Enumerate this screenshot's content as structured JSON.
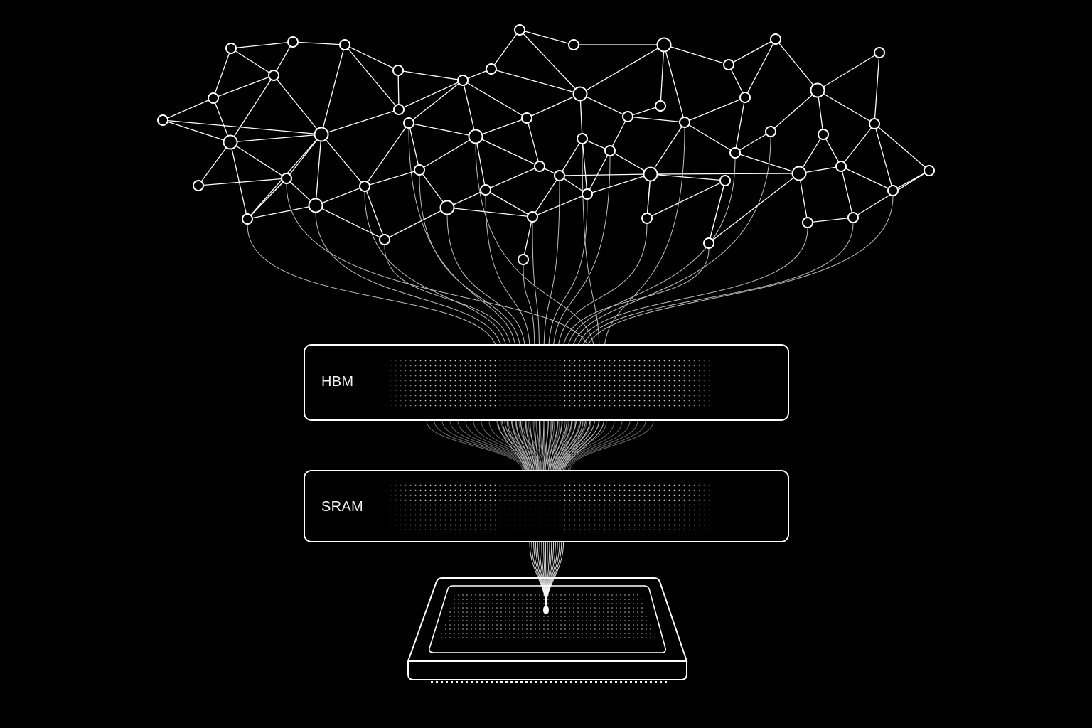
{
  "colors": {
    "background": "#000000",
    "stroke": "#ffffff"
  },
  "memory_blocks": {
    "hbm": {
      "label": "HBM"
    },
    "sram": {
      "label": "SRAM"
    }
  },
  "components": [
    "network-graph",
    "data-streams",
    "hbm-block",
    "sram-block",
    "processor-chip"
  ]
}
